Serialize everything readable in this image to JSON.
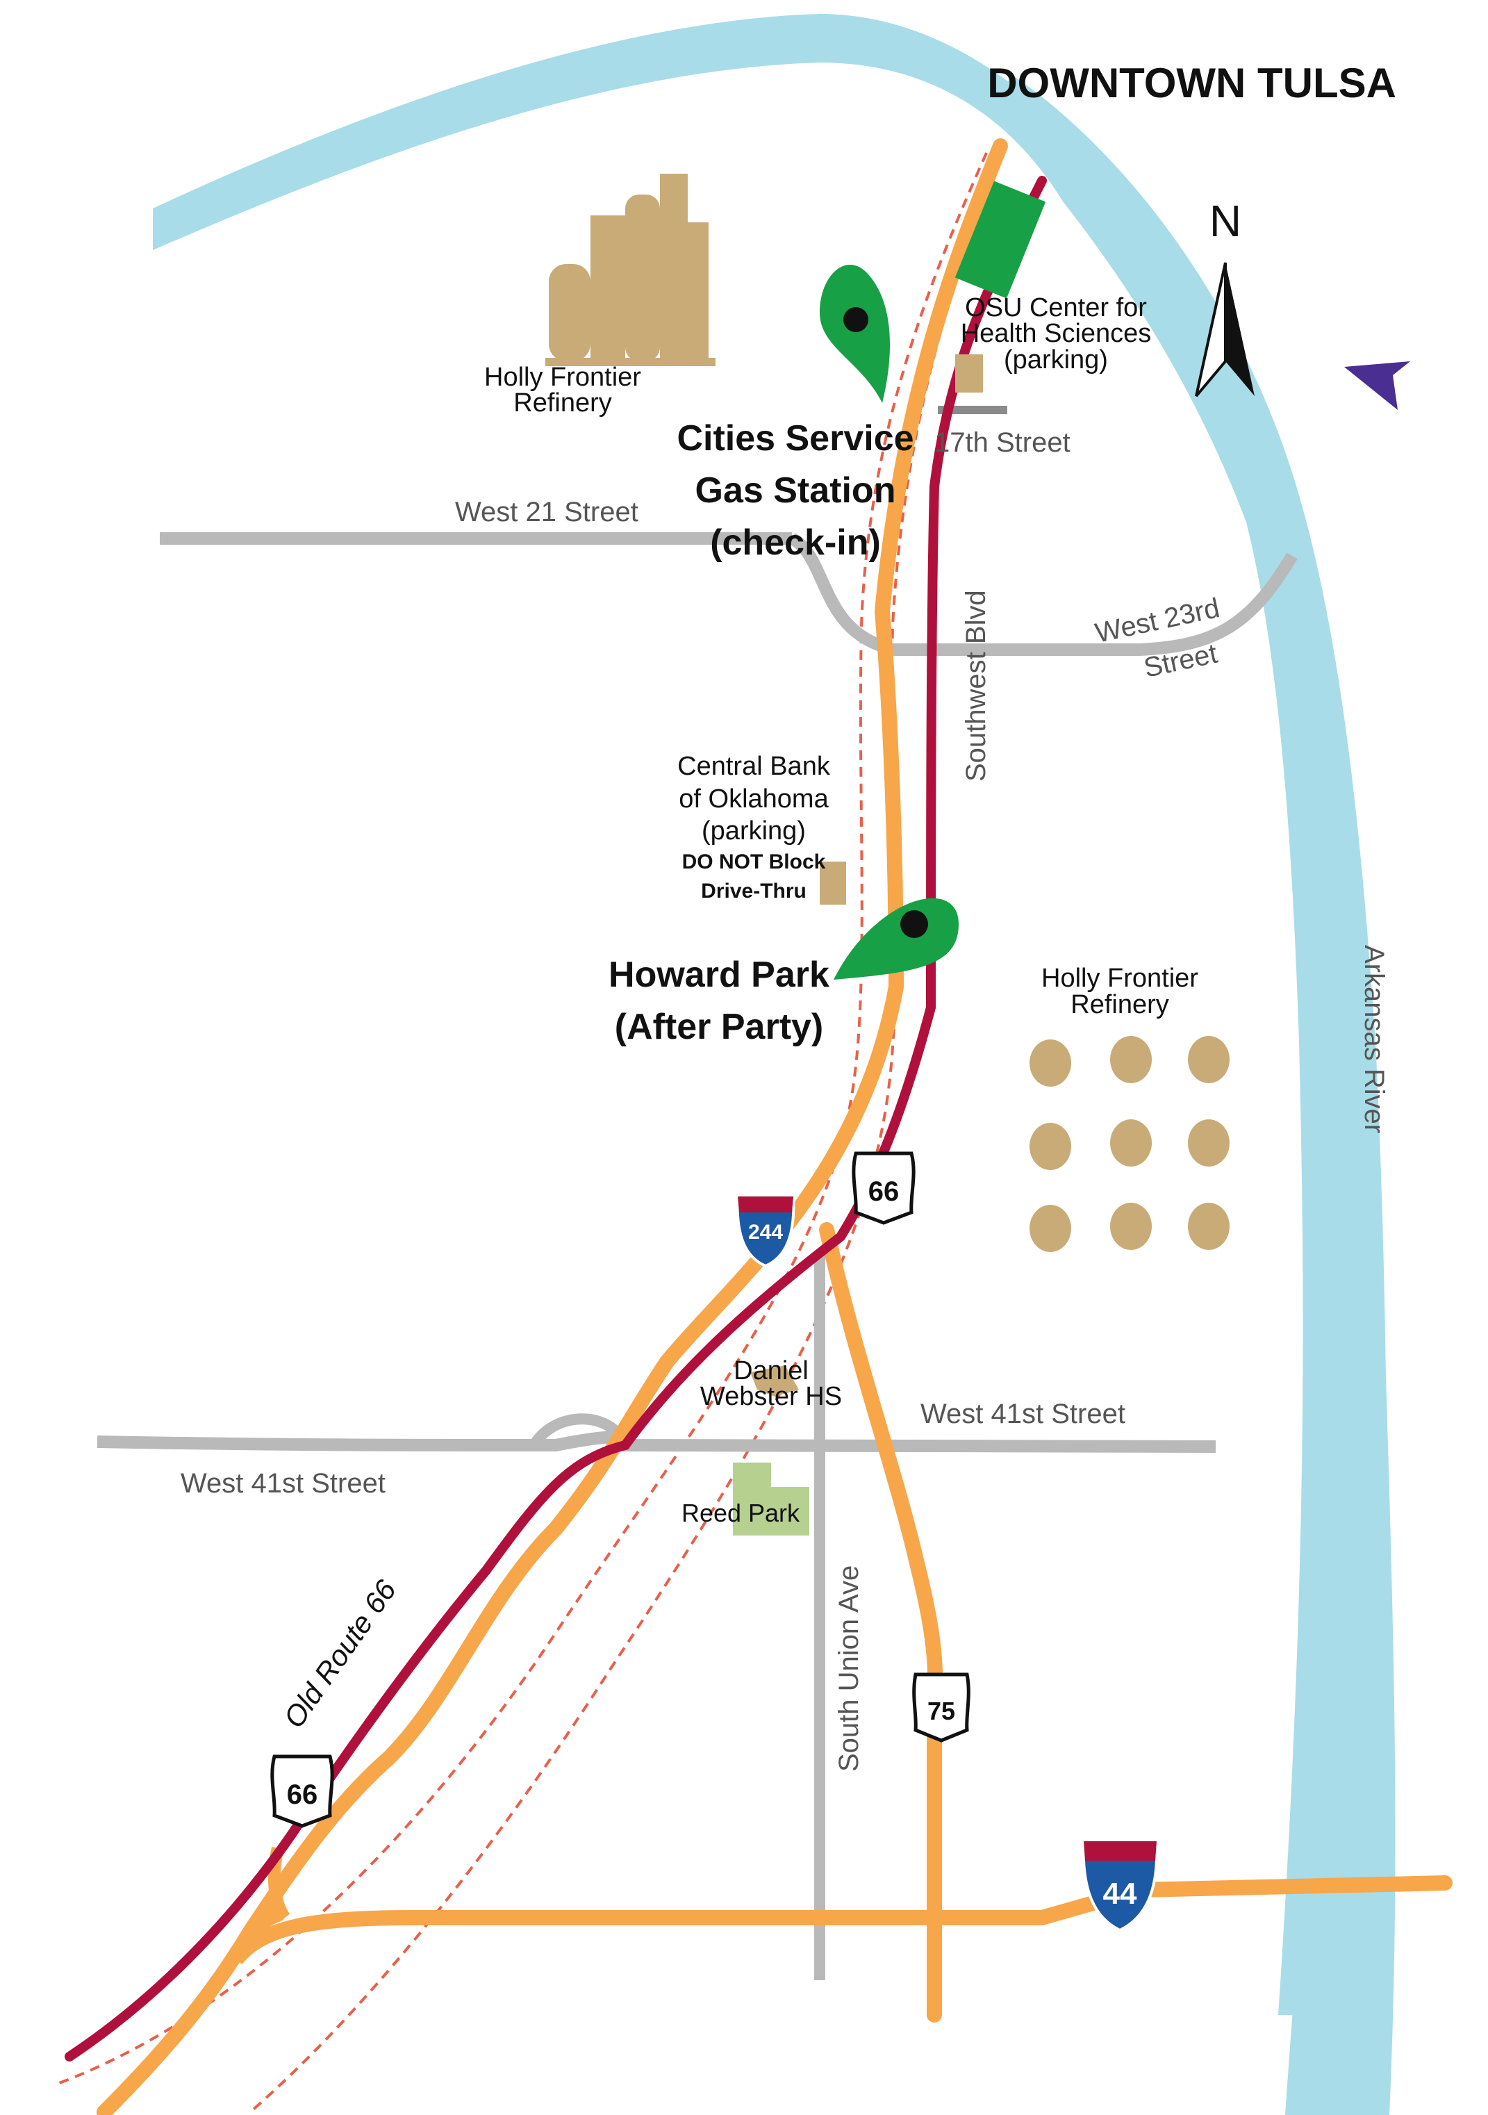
{
  "header": {
    "title": "DOWNTOWN TULSA"
  },
  "compass": {
    "label": "N"
  },
  "river": {
    "label": "Arkansas River",
    "color": "#a8dce8"
  },
  "streets": {
    "w21": "West 21 Street",
    "s17": "17th Street",
    "w23_line1": "West 23rd",
    "w23_line2": "Street",
    "w41_right": "West 41st Street",
    "w41_left": "West 41st Street",
    "southwest_blvd": "Southwest Blvd",
    "south_union": "South Union Ave",
    "old_route": "Old Route 66"
  },
  "places": {
    "refinery_north": [
      "Holly Frontier",
      "Refinery"
    ],
    "refinery_east": [
      "Holly Frontier",
      "Refinery"
    ],
    "osu": [
      "OSU Center for",
      "Health Sciences",
      "(parking)"
    ],
    "central_bank": [
      "Central Bank",
      "of Oklahoma",
      "(parking)"
    ],
    "central_bank_note": [
      "DO NOT Block",
      "Drive-Thru"
    ],
    "webster": [
      "Daniel",
      "Webster HS"
    ],
    "reed_park": "Reed Park"
  },
  "markers": {
    "checkin": [
      "Cities Service",
      "Gas Station",
      "(check-in)"
    ],
    "after_party": [
      "Howard Park",
      "(After Party)"
    ]
  },
  "shields": {
    "i244": "244",
    "i44": "44",
    "us66_north": "66",
    "us66_south": "66",
    "us75": "75"
  },
  "colors": {
    "highway": "#f7a64a",
    "route66": "#b0103c",
    "street": "#b9b9b9",
    "marker": "#17a045",
    "building": "#c9ab78",
    "park": "#b6d08f",
    "interstate_blue": "#1d5aa6",
    "interstate_red": "#b0103c",
    "rail": "#e8604a",
    "arrow": "#4b2e91"
  }
}
